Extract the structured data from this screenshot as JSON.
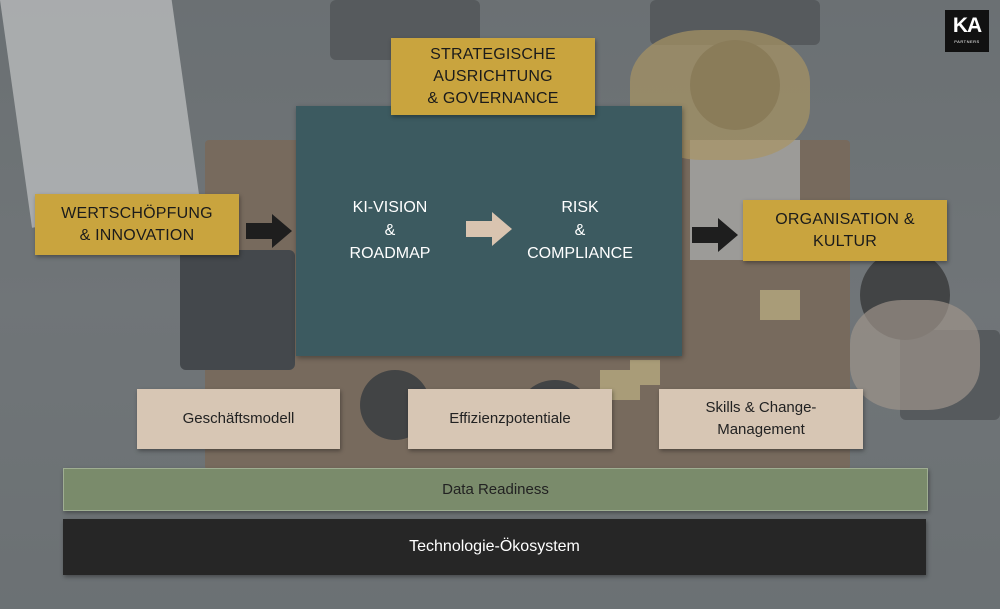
{
  "logo": {
    "text": "KA",
    "subtext": "PARTNERS"
  },
  "top_box": {
    "label": "STRATEGISCHE\nAUSRICHTUNG\n& GOVERNANCE"
  },
  "left_box": {
    "label": "WERTSCHÖPFUNG\n& INNOVATION"
  },
  "right_box": {
    "label": "ORGANISATION &\nKULTUR"
  },
  "core": {
    "left_label": "KI-VISION\n&\nROADMAP",
    "right_label": "RISK\n&\nCOMPLIANCE"
  },
  "pillars": [
    {
      "label": "Geschäftsmodell"
    },
    {
      "label": "Effizienzpotentiale"
    },
    {
      "label": "Skills & Change-\nManagement"
    }
  ],
  "layers": {
    "data_readiness": "Data Readiness",
    "technology": "Technologie-Ökosystem"
  },
  "colors": {
    "gold": "#c9a43e",
    "core": "#3c5a60",
    "beige": "#d7c6b4",
    "green": "#7a8b6b",
    "dark": "#262626",
    "arrow_dark": "#1e1e1e",
    "arrow_light": "#d9c4b0"
  }
}
